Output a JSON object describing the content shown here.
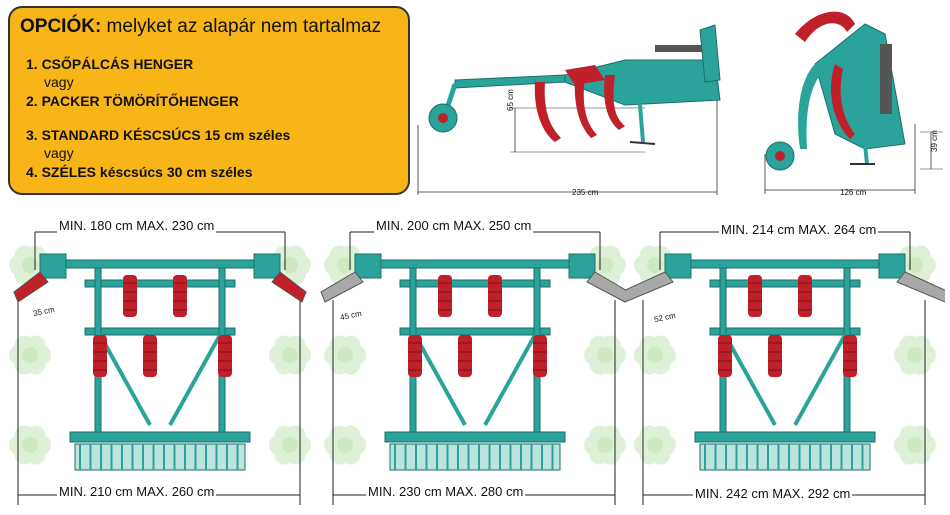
{
  "options": {
    "title_prefix": "OPCIÓK:",
    "title_rest": " melyket az alapár nem tartalmaz",
    "items": [
      {
        "label": "1. CSŐPÁLCÁS HENGER"
      },
      {
        "label": "vagy"
      },
      {
        "label": "2. PACKER TÖMÖRÍTŐHENGER"
      },
      {
        "label": "3. STANDARD KÉSCSÚCS 15 cm széles"
      },
      {
        "label": "vagy"
      },
      {
        "label": "4. SZÉLES késcsúcs 30 cm széles"
      }
    ]
  },
  "side_view": {
    "depth": "65 cm",
    "length": "235 cm"
  },
  "rear_view": {
    "height": "39 cm",
    "length": "126 cm"
  },
  "variants": [
    {
      "top": "MIN. 180 cm MAX. 230 cm",
      "wing": "35 cm",
      "bottom": "MIN. 210 cm MAX. 260 cm"
    },
    {
      "top": "MIN. 200 cm MAX. 250 cm",
      "wing": "45 cm",
      "bottom": "MIN. 230 cm MAX. 280 cm"
    },
    {
      "top": "MIN. 214 cm MAX. 264 cm",
      "wing": "52 cm",
      "bottom": "MIN. 242 cm MAX. 292 cm"
    }
  ],
  "colors": {
    "frame": "#2aa39a",
    "tine": "#c0202a",
    "option_box": "#f8b517",
    "wing_grey": "#a8a8a8"
  }
}
